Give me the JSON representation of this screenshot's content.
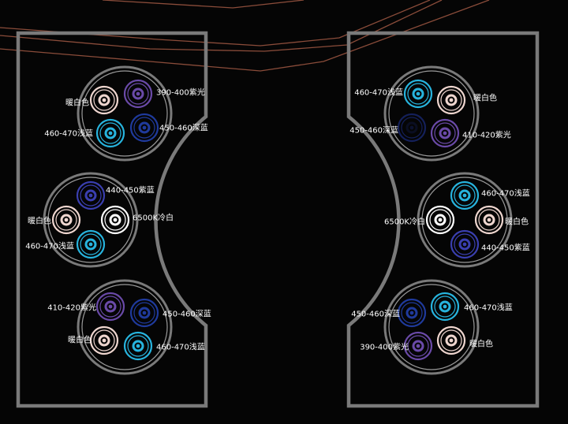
{
  "colors": {
    "background": "#050505",
    "outline": "#7a7a7a",
    "trace": "#8a4c3a",
    "warm_white": "#efd6cf",
    "uv_violet": "#6a4aa8",
    "light_blue": "#27b4de",
    "deep_blue": "#1f3a9c",
    "royal_blue": "#3a3fb0",
    "cool_white": "#ffffff",
    "faint_blue": "#14205a"
  },
  "types": {
    "warm": {
      "label": "暖白色",
      "color_key": "warm_white"
    },
    "uv": {
      "label": "390-400紫光",
      "color_key": "uv_violet"
    },
    "uv410": {
      "label": "410-420紫光",
      "color_key": "uv_violet"
    },
    "lb": {
      "label": "460-470浅蓝",
      "color_key": "light_blue"
    },
    "db": {
      "label": "450-460深蓝",
      "color_key": "deep_blue"
    },
    "rb": {
      "label": "440-450紫蓝",
      "color_key": "royal_blue"
    },
    "cw": {
      "label": "6500K冷白",
      "color_key": "cool_white"
    }
  },
  "panels": [
    {
      "id": "left",
      "clusters": [
        {
          "leds": [
            {
              "type": "warm",
              "label": "暖白色"
            },
            {
              "type": "uv",
              "label": "390-400紫光"
            },
            {
              "type": "lb",
              "label": "460-470浅蓝"
            },
            {
              "type": "db",
              "label": "450-460深蓝"
            }
          ]
        },
        {
          "leds": [
            {
              "type": "rb",
              "label": "440-450紫蓝"
            },
            {
              "type": "warm",
              "label": "暖白色"
            },
            {
              "type": "cw",
              "label": "6500K冷白"
            },
            {
              "type": "lb",
              "label": "460-470浅蓝"
            }
          ]
        },
        {
          "leds": [
            {
              "type": "uv410",
              "label": "410-420紫光"
            },
            {
              "type": "db",
              "label": "450-460深蓝"
            },
            {
              "type": "warm",
              "label": "暖白色"
            },
            {
              "type": "lb",
              "label": "460-470浅蓝"
            }
          ]
        }
      ]
    },
    {
      "id": "right",
      "clusters": [
        {
          "leds": [
            {
              "type": "lb",
              "label": "460-470浅蓝"
            },
            {
              "type": "warm",
              "label": "暖白色"
            },
            {
              "type": "faint",
              "label": "450-460深蓝"
            },
            {
              "type": "uv410",
              "label": "410-420紫光"
            }
          ]
        },
        {
          "leds": [
            {
              "type": "lb",
              "label": "460-470浅蓝"
            },
            {
              "type": "cw",
              "label": "6500K冷白"
            },
            {
              "type": "warm",
              "label": "暖白色"
            },
            {
              "type": "rb",
              "label": "440-450紫蓝"
            }
          ]
        },
        {
          "leds": [
            {
              "type": "db",
              "label": "450-460深蓝"
            },
            {
              "type": "lb",
              "label": "460-470浅蓝"
            },
            {
              "type": "uv",
              "label": "390-400紫光"
            },
            {
              "type": "warm",
              "label": "暖白色"
            }
          ]
        }
      ]
    }
  ]
}
